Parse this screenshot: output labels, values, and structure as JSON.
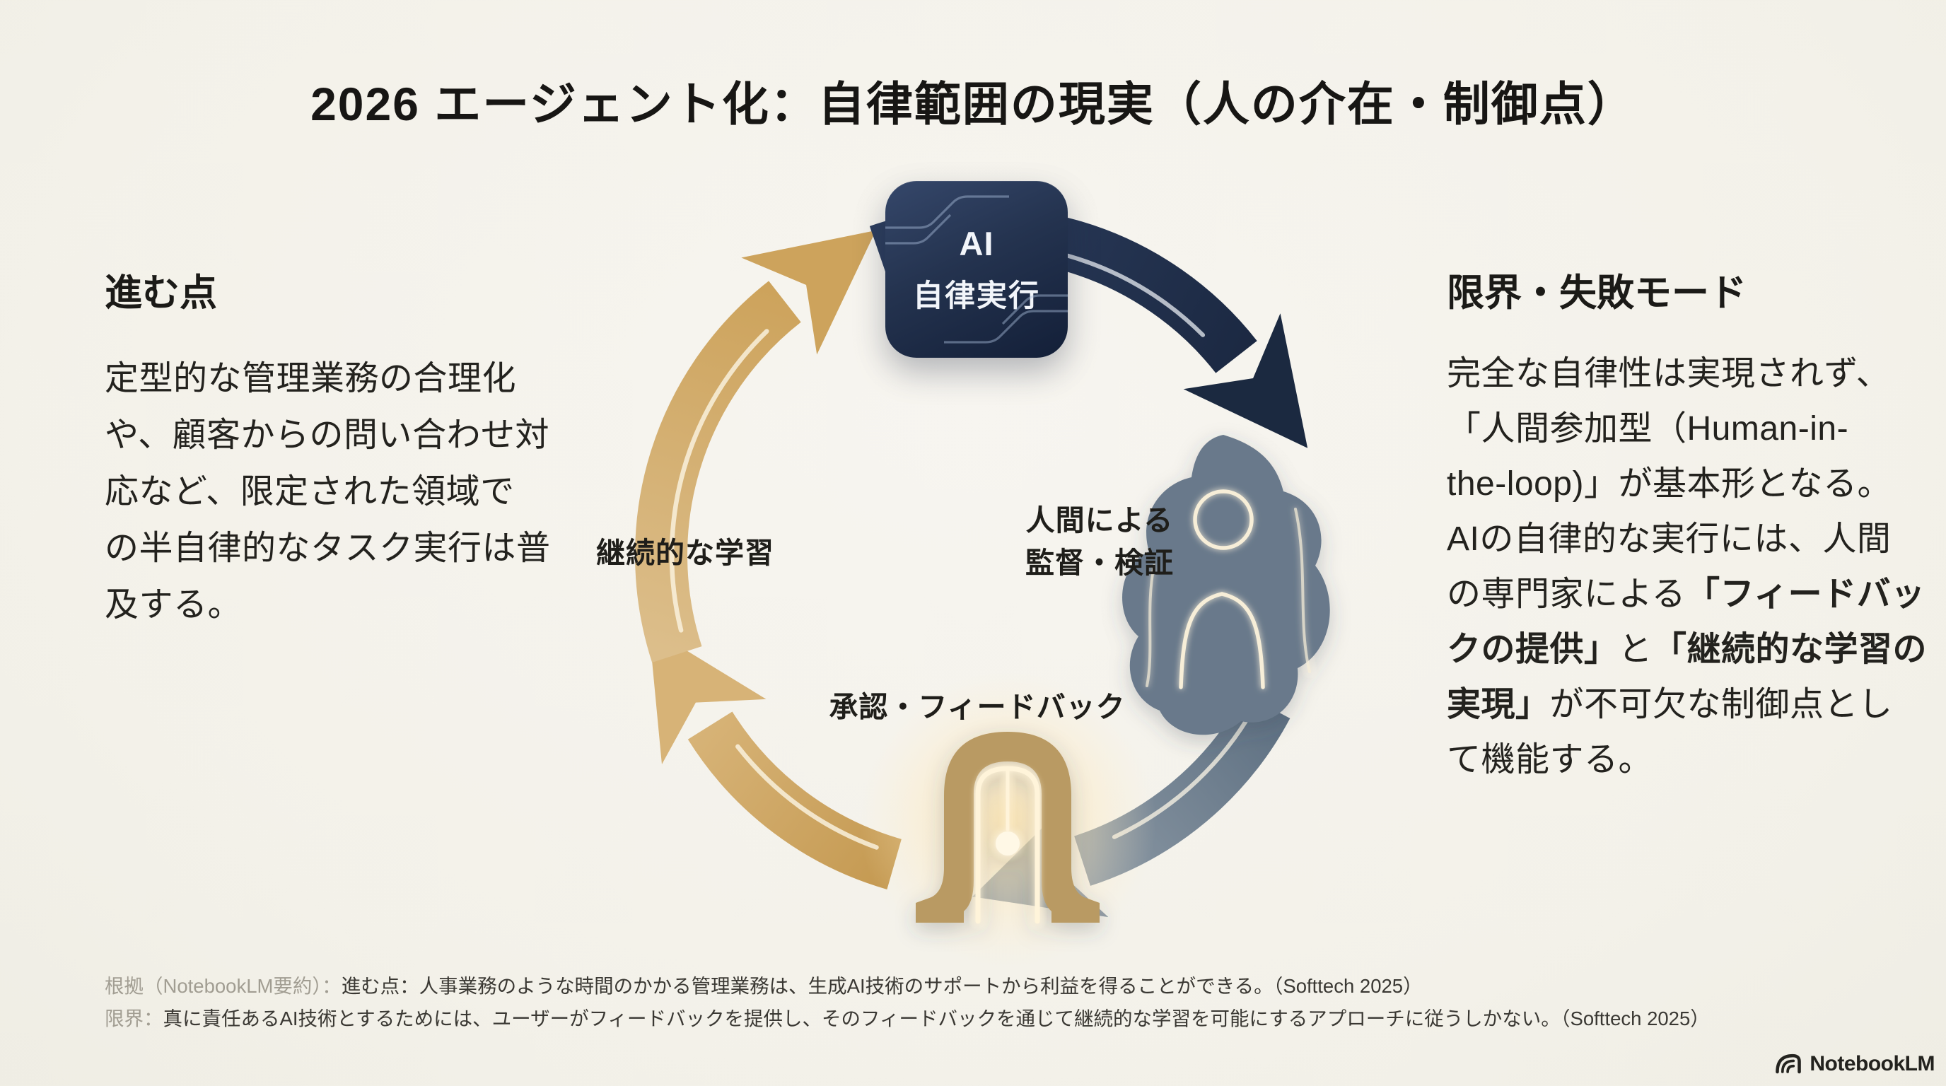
{
  "title": "2026 エージェント化：自律範囲の現実（人の介在・制御点）",
  "left_panel": {
    "heading": "進む点",
    "body": "定型的な管理業務の合理化\nや、顧客からの問い合わせ対\n応など、限定された領域で\nの半自律的なタスク実行は普\n及する。"
  },
  "right_panel": {
    "heading": "限界・失敗モード",
    "body": {
      "s1": "完全な自律性は実現されず、\n「人間参加型（Human-in-\nthe-loop)」が基本形となる。\nAIの自律的な実行には、人間\nの専門家による",
      "s2_bold": "「フィードバッ\nクの提供」",
      "s3": "と",
      "s4_bold": "「継続的な学習の\n実現」",
      "s5": "が不可欠な制御点とし\nて機能する。"
    }
  },
  "diagram": {
    "node_ai": {
      "line1": "AI",
      "line2": "自律実行"
    },
    "label_supervision": "人間による\n監督・検証",
    "label_approval": "承認・フィードバック",
    "label_learning": "継続的な学習",
    "icons": [
      "ai-chip-icon",
      "human-silhouette-icon",
      "approval-stamp-icon"
    ],
    "colors": {
      "navy": "#1f2d4a",
      "slate": "#6e7e8d",
      "gold": "#cfa564",
      "cream_highlight": "#f8efd9",
      "background": "#f4f2ec"
    }
  },
  "footer": {
    "line1_prefix": "根拠（NotebookLM要約）：",
    "line1_body": "進む点：人事業務のような時間のかかる管理業務は、生成AI技術のサポートから利益を得ることができる。（Softtech 2025）",
    "line2_prefix": "限界：",
    "line2_body": "真に責任あるAI技術とするためには、ユーザーがフィードバックを提供し、そのフィードバックを通じて継続的な学習を可能にするアプローチに従うしかない。（Softtech 2025）"
  },
  "brand": {
    "name": "NotebookLM"
  }
}
